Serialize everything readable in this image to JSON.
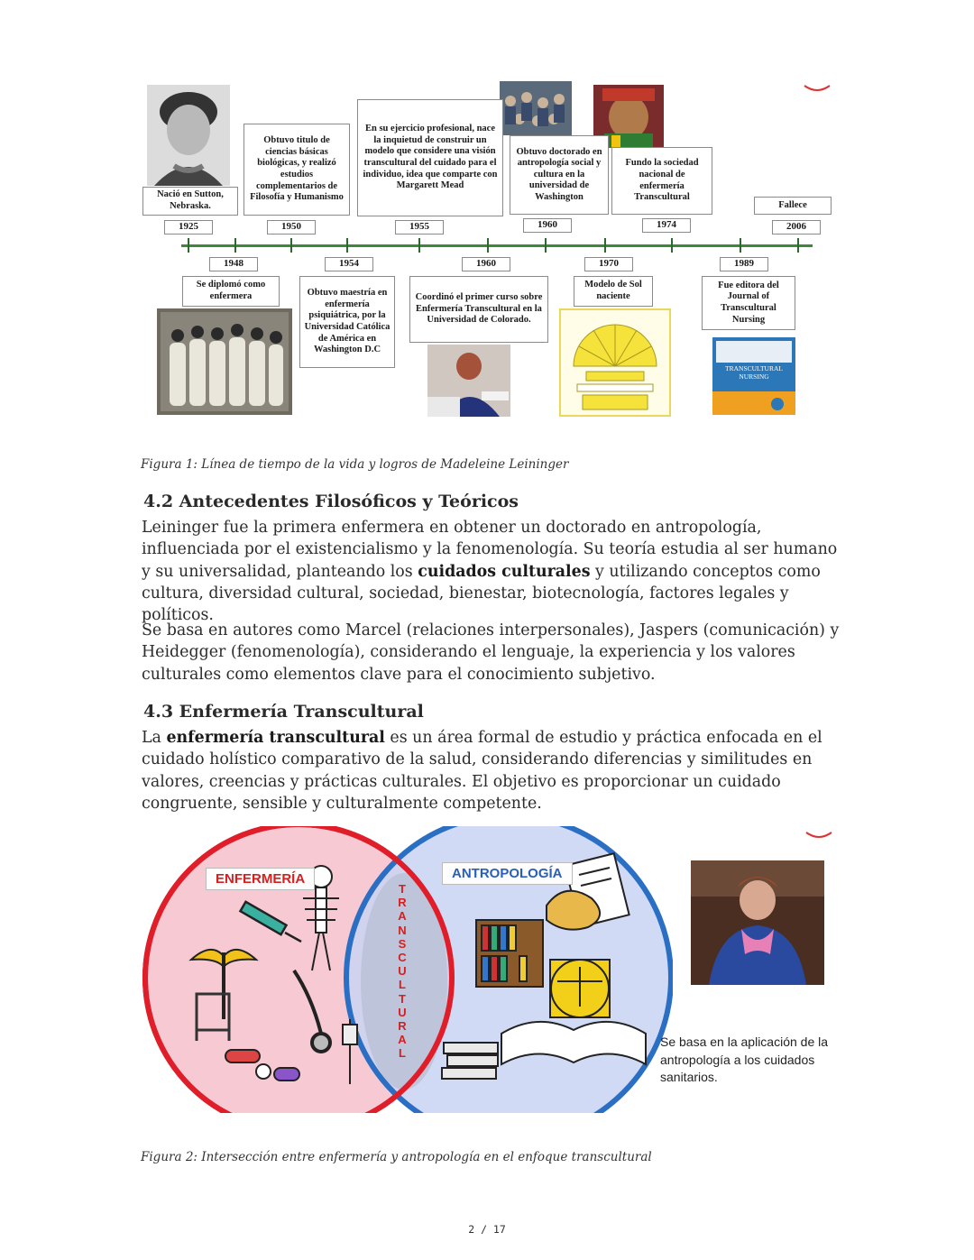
{
  "figure1": {
    "caption": "Figura 1: Línea de tiempo de la vida y logros de Madeleine Leininger",
    "top_events": [
      {
        "year": "1925",
        "text": "Nació en Sutton, Nebraska."
      },
      {
        "year": "1950",
        "text": "Obtuvo titulo de ciencias básicas biológicas, y realizó estudios complementarios de Filosofía y Humanismo"
      },
      {
        "year": "1955",
        "text": "En su ejercicio profesional, nace la inquietud de construir un modelo que considere una visión transcultural del cuidado para el individuo, idea que comparte con Margarett Mead"
      },
      {
        "year": "1960",
        "text": "Obtuvo doctorado en antropología social y cultura en la universidad de Washington"
      },
      {
        "year": "1974",
        "text": "Fundo la sociedad nacional de enfermería Transcultural"
      },
      {
        "year": "2006",
        "text": "Fallece"
      }
    ],
    "bottom_events": [
      {
        "year": "1948",
        "text": "Se diplomó como enfermera"
      },
      {
        "year": "1954",
        "text": "Obtuvo maestría en enfermería psiquiátrica, por la Universidad Católica de América en Washington D.C"
      },
      {
        "year": "1960",
        "text": "Coordinó el primer curso sobre Enfermería Transcultural en la Universidad de Colorado."
      },
      {
        "year": "1970",
        "text": "Modelo de Sol naciente"
      },
      {
        "year": "1989",
        "text": "Fue editora del Journal of Transcultural Nursing"
      }
    ],
    "book_cover_text": "TRANSCULTURAL NURSING",
    "colors": {
      "axis": "#3a8a3a",
      "box_border": "#8a8a8a"
    }
  },
  "section_4_2": {
    "heading": "4.2 Antecedentes Filosóficos y Teóricos",
    "p1_before": "Leininger fue la primera enfermera en obtener un doctorado en antropología, influenciada por el existencialismo y la fenomenología. Su teoría estudia al ser humano y su universalidad, planteando los ",
    "p1_bold": "cuidados culturales",
    "p1_after": " y utilizando conceptos como cultura, diversidad cultural, sociedad, bienestar, biotecnología, factores legales y políticos.",
    "p2": "Se basa en autores como Marcel (relaciones interpersonales), Jaspers (comunicación) y Heidegger (fenomenología), considerando el lenguaje, la experiencia y los valores culturales como elementos clave para el conocimiento subjetivo."
  },
  "section_4_3": {
    "heading": "4.3 Enfermería Transcultural",
    "p1_before": "La ",
    "p1_bold": "enfermería transcultural",
    "p1_after": " es un área formal de estudio y práctica enfocada en el cuidado holístico comparativo de la salud, considerando diferencias y similitudes en valores, creencias y prácticas culturales. El objetivo es proporcionar un cuidado congruente, sensible y culturalmente competente."
  },
  "figure2": {
    "left_label": "ENFERMERÍA",
    "right_label": "ANTROPOLOGÍA",
    "vertical_word": [
      "T",
      "R",
      "A",
      "N",
      "S",
      "C",
      "U",
      "L",
      "T",
      "U",
      "R",
      "A",
      "L"
    ],
    "note": "Se basa en la aplicación de la antropología a los cuidados sanitarios.",
    "caption": "Figura 2: Intersección entre enfermería y antropología en el enfoque transcultural",
    "colors": {
      "left_circle": "#e01e2a",
      "right_circle": "#2a6fc4",
      "left_fill": "#f6c9d3",
      "right_fill": "#c9d4f2",
      "label_left": "#d62020",
      "label_right": "#2a5fb8"
    }
  },
  "page": {
    "number": "2 / 17"
  }
}
